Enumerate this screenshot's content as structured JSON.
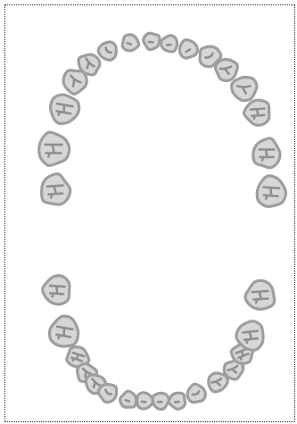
{
  "diagram": {
    "colors": {
      "crown_fill": "#d6d6d6",
      "crown_outline": "#9e9e9e",
      "groove": "#8f8f8f",
      "frame_border": "#2a2a2a",
      "background": "#ffffff"
    },
    "arches": [
      {
        "key": "upper",
        "teeth": [
          {
            "type": "molar"
          },
          {
            "type": "molar"
          },
          {
            "type": "molar"
          },
          {
            "type": "premolar"
          },
          {
            "type": "premolar"
          },
          {
            "type": "canine"
          },
          {
            "type": "incisor"
          },
          {
            "type": "incisor"
          },
          {
            "type": "incisor"
          },
          {
            "type": "incisor"
          },
          {
            "type": "canine"
          },
          {
            "type": "premolar"
          },
          {
            "type": "premolar"
          },
          {
            "type": "molar"
          },
          {
            "type": "molar"
          },
          {
            "type": "molar"
          }
        ]
      },
      {
        "key": "lower",
        "teeth": [
          {
            "type": "molar"
          },
          {
            "type": "molar"
          },
          {
            "type": "molar"
          },
          {
            "type": "premolar"
          },
          {
            "type": "premolar"
          },
          {
            "type": "canine"
          },
          {
            "type": "incisor"
          },
          {
            "type": "incisor"
          },
          {
            "type": "incisor"
          },
          {
            "type": "incisor"
          },
          {
            "type": "canine"
          },
          {
            "type": "premolar"
          },
          {
            "type": "premolar"
          },
          {
            "type": "molar"
          },
          {
            "type": "molar"
          },
          {
            "type": "molar"
          }
        ]
      }
    ]
  }
}
